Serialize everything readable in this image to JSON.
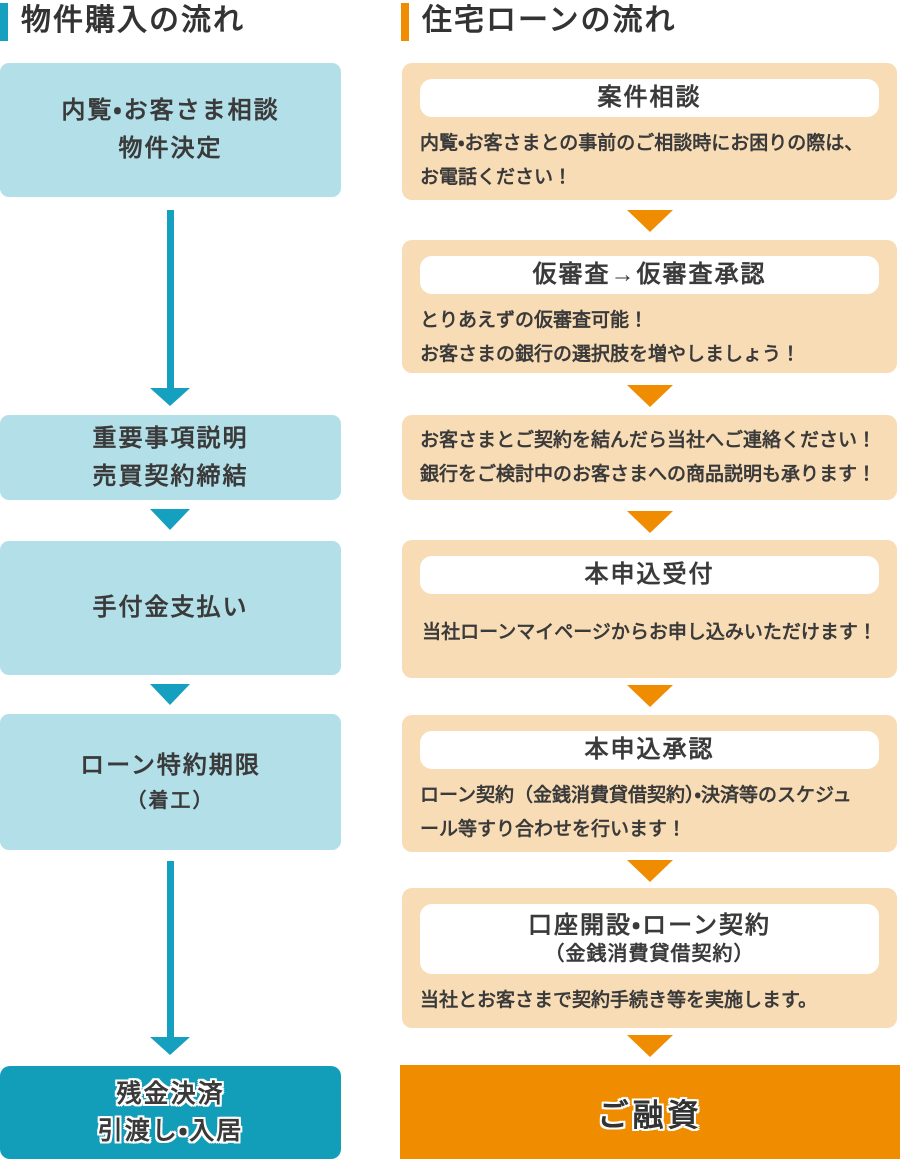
{
  "colors": {
    "teal_accent": "#14A0BE",
    "light_blue_box": "#B2DFE8",
    "teal_final_box": "#129DB9",
    "orange_accent": "#F08C00",
    "peach_box": "#F8DCB5",
    "title_pill_bg": "#FFFFFF",
    "text_dark": "#3A3A3A"
  },
  "left_flow": {
    "title": "物件購入の流れ",
    "steps": [
      {
        "lines": [
          "内覧・お客さま相談",
          "物件決定"
        ]
      },
      {
        "lines": [
          "重要事項説明",
          "売買契約締結"
        ]
      },
      {
        "lines": [
          "手付金支払い"
        ]
      },
      {
        "lines": [
          "ローン特約期限",
          "（着工）"
        ]
      },
      {
        "lines": [
          "残金決済",
          "引渡し・入居"
        ]
      }
    ]
  },
  "right_flow": {
    "title": "住宅ローンの流れ",
    "steps": [
      {
        "title": "案件相談",
        "body_lines": [
          "内覧・お客さまとの事前のご相談時にお困りの際は、",
          "お電話ください！"
        ]
      },
      {
        "title": "仮審査→仮審査承認",
        "body_lines": [
          "とりあえずの仮審査可能！",
          "お客さまの銀行の選択肢を増やしましょう！"
        ]
      },
      {
        "body_lines": [
          "お客さまとご契約を結んだら当社へご連絡ください！",
          "銀行をご検討中のお客さまへの商品説明も承ります！"
        ]
      },
      {
        "title": "本申込受付",
        "body_lines": [
          "当社ローンマイページからお申し込みいただけます！"
        ]
      },
      {
        "title": "本申込承認",
        "body_lines": [
          "ローン契約（金銭消費貸借契約）・決済等のスケジュ",
          "ール等すり合わせを行います！"
        ]
      },
      {
        "title": "口座開設・ローン契約",
        "subtitle": "（金銭消費貸借契約）",
        "body_lines": [
          "当社とお客さまで契約手続き等を実施します。"
        ]
      },
      {
        "title": "ご融資"
      }
    ]
  }
}
